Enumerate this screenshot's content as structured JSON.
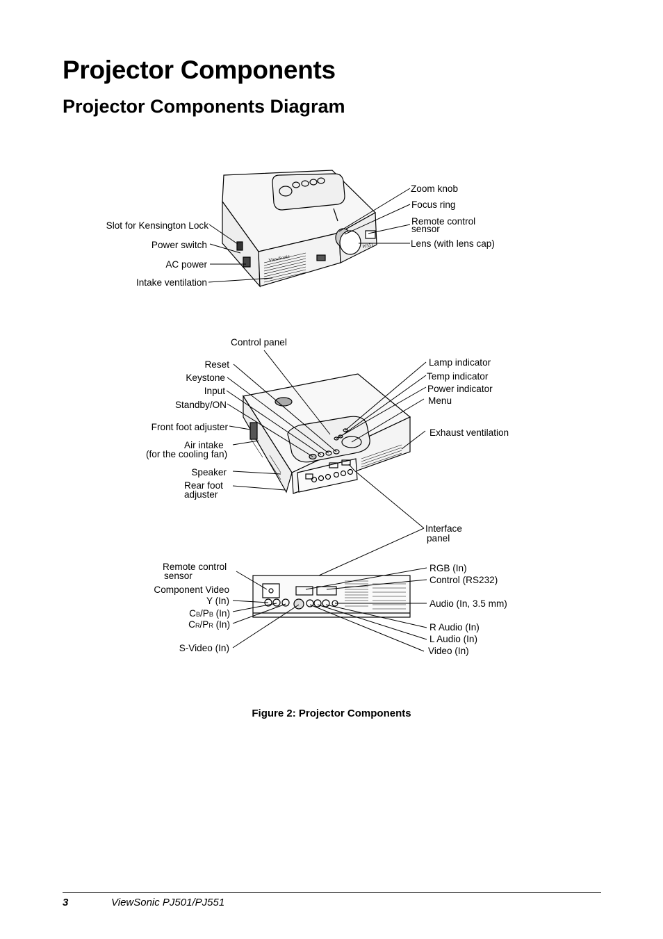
{
  "page": {
    "title": "Projector Components",
    "subtitle": "Projector Components Diagram",
    "caption": "Figure 2: Projector Components",
    "footer": {
      "page_number": "3",
      "model": "ViewSonic  PJ501/PJ551"
    }
  },
  "top_view": {
    "left_labels": {
      "kensington": "Slot for Kensington Lock",
      "power_switch": "Power switch",
      "ac_power": "AC power",
      "intake": "Intake ventilation"
    },
    "right_labels": {
      "zoom": "Zoom knob",
      "focus": "Focus ring",
      "remote_l1": "Remote control",
      "remote_l2": "sensor",
      "lens": "Lens (with lens cap)"
    },
    "device_text": {
      "brand": "ViewSonic",
      "model": "PJ551"
    }
  },
  "rear_view": {
    "top_label": "Control panel",
    "left_labels": {
      "reset": "Reset",
      "keystone": "Keystone",
      "input": "Input",
      "standby": "Standby/ON",
      "front_foot": "Front foot adjuster",
      "air_l1": "Air intake",
      "air_l2": "(for the cooling fan)",
      "speaker": "Speaker",
      "rear_l1": "Rear foot",
      "rear_l2": "adjuster"
    },
    "right_labels": {
      "lamp": "Lamp indicator",
      "temp": "Temp indicator",
      "power": "Power indicator",
      "menu": "Menu",
      "exhaust": "Exhaust ventilation",
      "iface_l1": "Interface",
      "iface_l2": "panel"
    }
  },
  "interface_view": {
    "left_labels": {
      "remote_l1": "Remote control",
      "remote_l2": "sensor",
      "comp_l1": "Component Video",
      "y_in": "Y (In)",
      "cb_c": "C",
      "cb_b": "B",
      "cb_p": "/P",
      "cb_b2": "B",
      "cb_rest": " (In)",
      "cr_c": "C",
      "cr_r": "R",
      "cr_p": "/P",
      "cr_r2": "R",
      "cr_rest": " (In)",
      "svideo": "S-Video (In)"
    },
    "right_labels": {
      "rgb": "RGB (In)",
      "control": "Control (RS232)",
      "audio": "Audio (In, 3.5 mm)",
      "r_audio": "R Audio (In)",
      "l_audio": "L Audio (In)",
      "video": "Video (In)"
    }
  }
}
